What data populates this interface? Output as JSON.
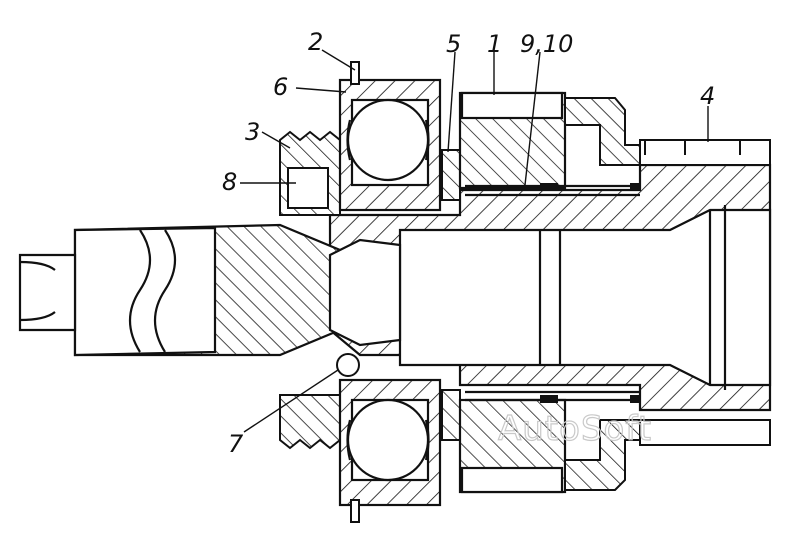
{
  "callouts": [
    {
      "id": "c1",
      "label": "1"
    },
    {
      "id": "c2",
      "label": "2"
    },
    {
      "id": "c3",
      "label": "3"
    },
    {
      "id": "c4",
      "label": "4"
    },
    {
      "id": "c5",
      "label": "5"
    },
    {
      "id": "c6",
      "label": "6"
    },
    {
      "id": "c7",
      "label": "7"
    },
    {
      "id": "c8",
      "label": "8"
    },
    {
      "id": "c910",
      "label": "9,10"
    }
  ],
  "watermark": "AutoSoft",
  "colors": {
    "stroke": "#111111",
    "background": "#ffffff",
    "watermark": "#c9c9c9"
  }
}
